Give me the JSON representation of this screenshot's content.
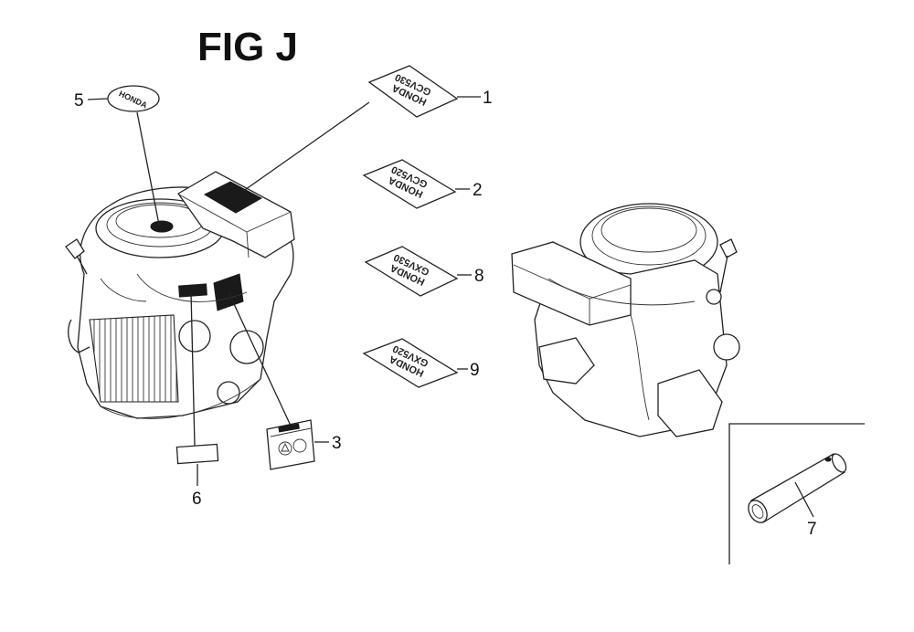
{
  "figure": {
    "title": "FIG J"
  },
  "callouts": [
    {
      "id": "1",
      "label": "1"
    },
    {
      "id": "2",
      "label": "2"
    },
    {
      "id": "3",
      "label": "3"
    },
    {
      "id": "5",
      "label": "5"
    },
    {
      "id": "6",
      "label": "6"
    },
    {
      "id": "7",
      "label": "7"
    },
    {
      "id": "8",
      "label": "8"
    },
    {
      "id": "9",
      "label": "9"
    }
  ],
  "decals": {
    "decal_1": {
      "line1": "HONDA",
      "line2": "GCV530"
    },
    "decal_2": {
      "line1": "HONDA",
      "line2": "GCV520"
    },
    "decal_8": {
      "line1": "HONDA",
      "line2": "GXV530"
    },
    "decal_9": {
      "line1": "HONDA",
      "line2": "GXV520"
    },
    "emblem_5": {
      "text": "HONDA"
    }
  }
}
